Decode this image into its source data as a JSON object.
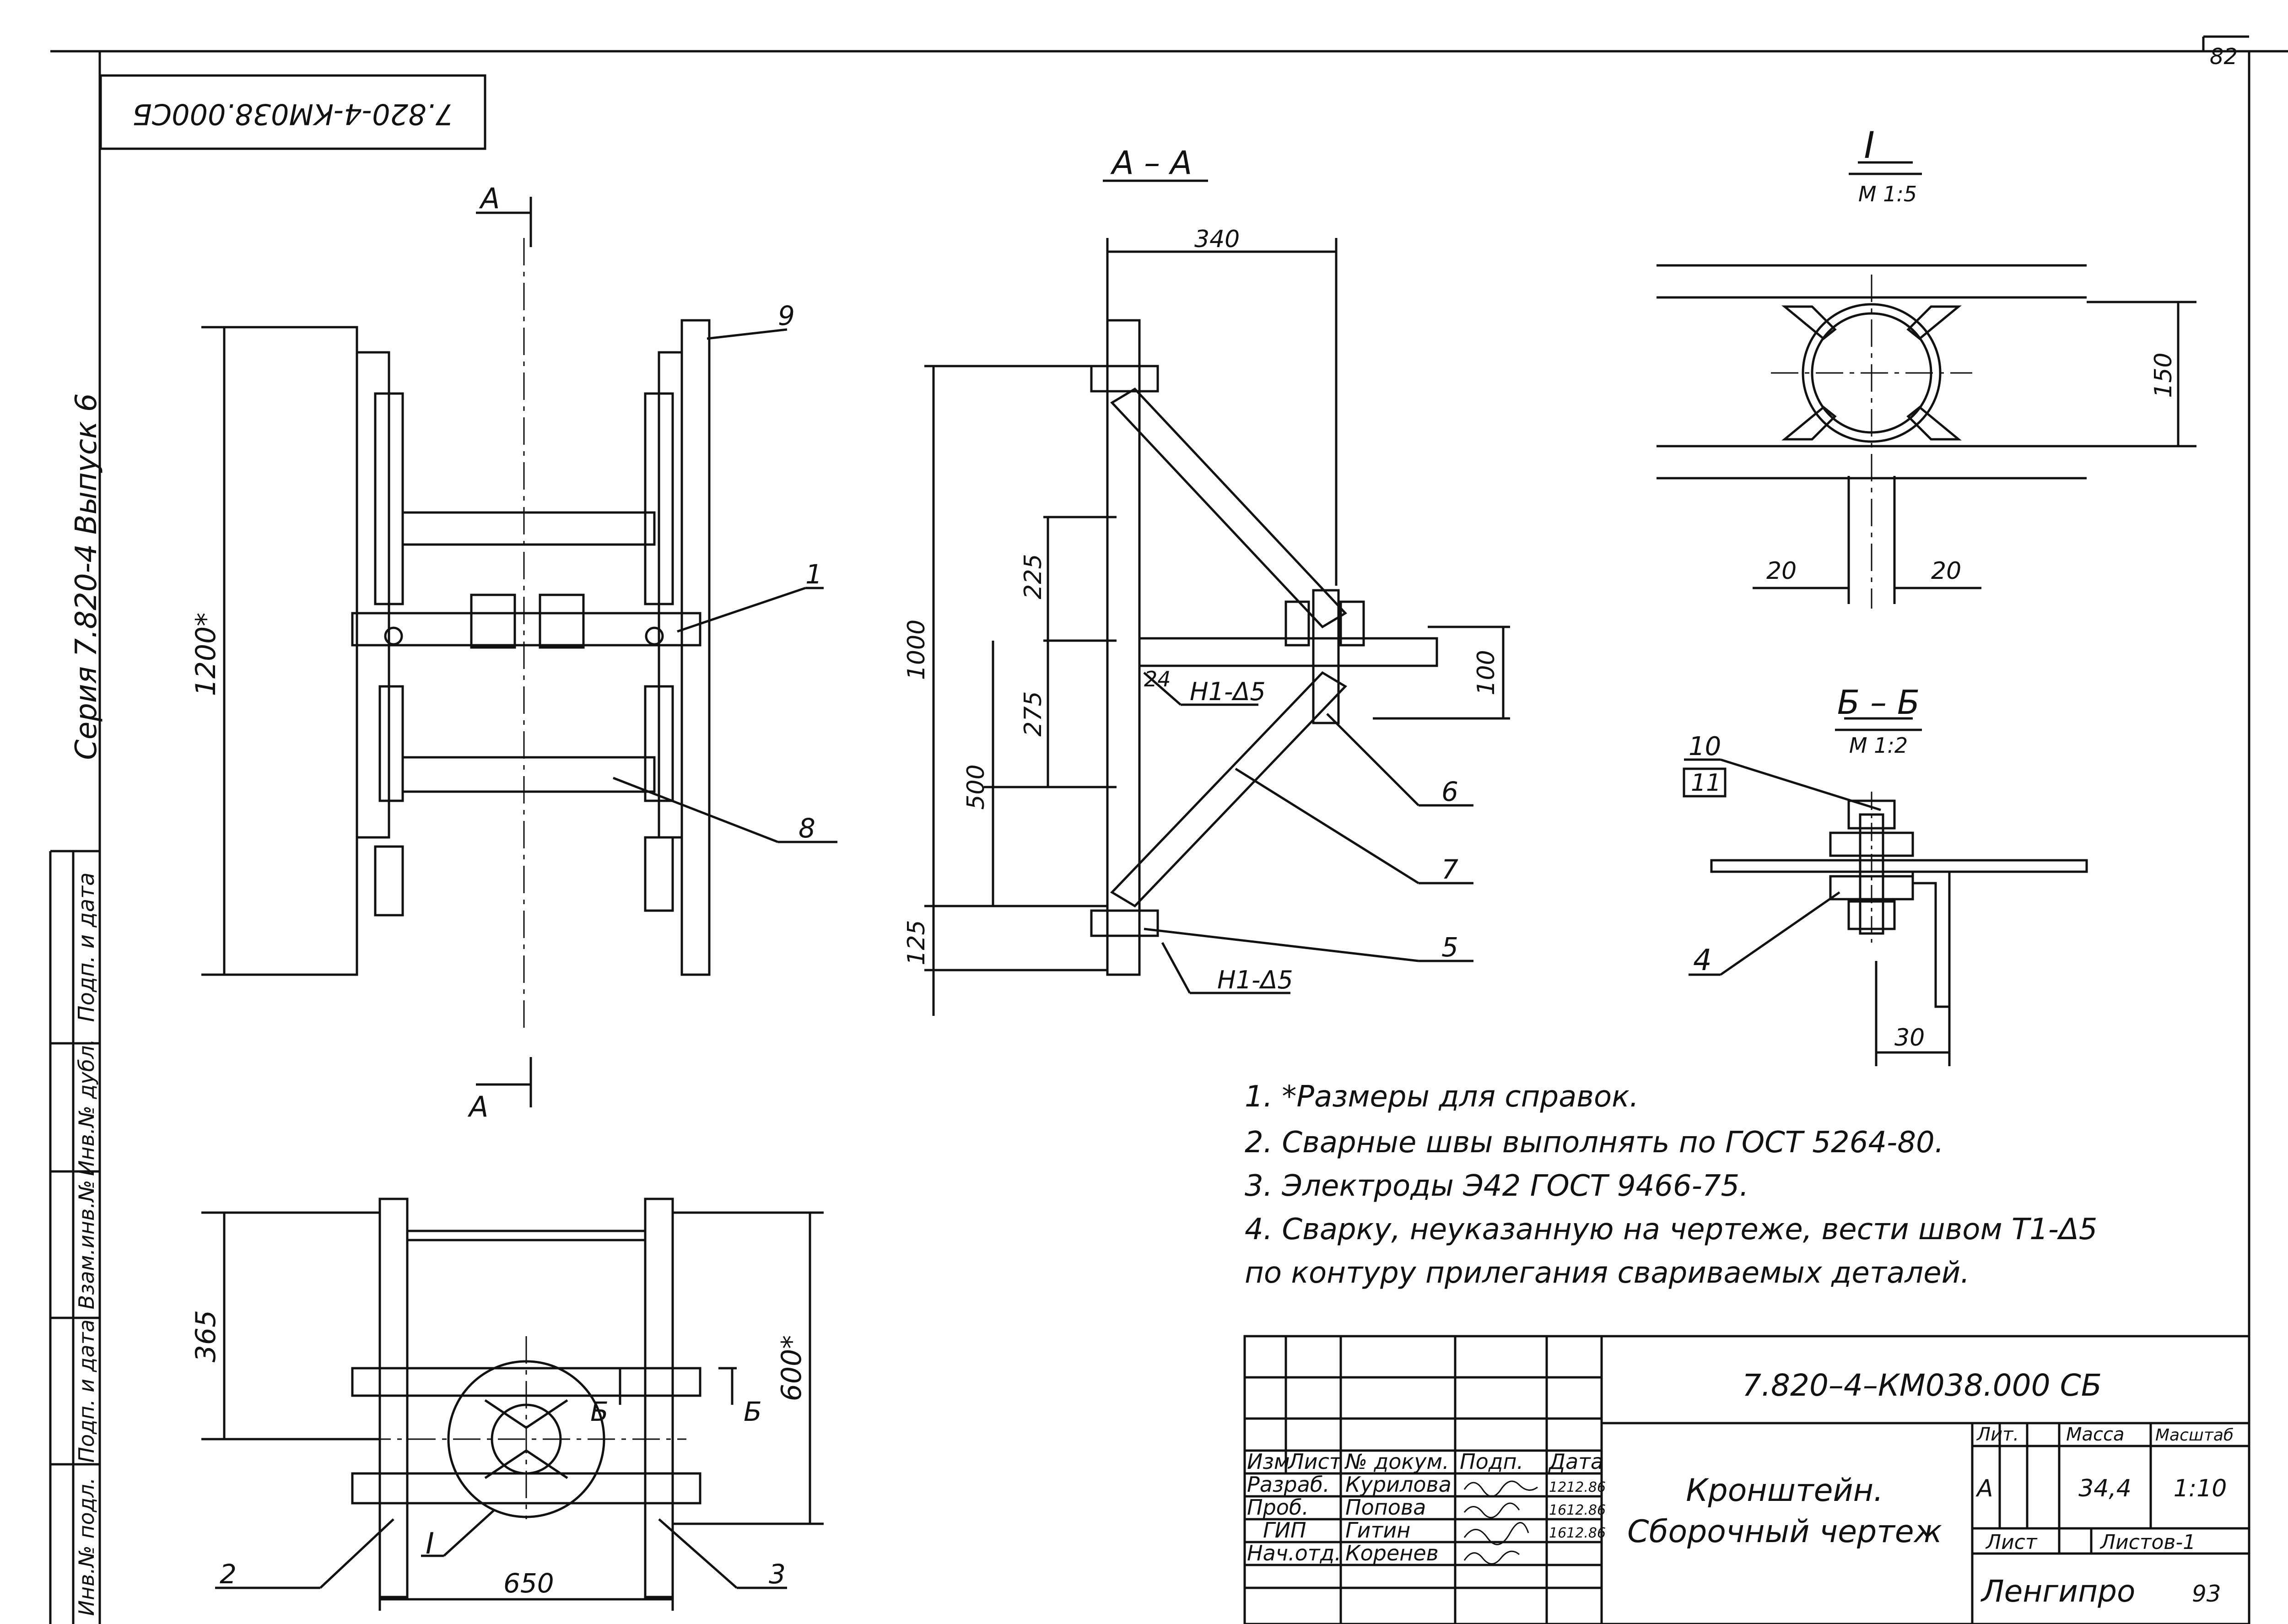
{
  "sheet": {
    "page_number": "82",
    "doc_code_rotated": "7.820-4-КМ038.000СБ",
    "series_text": "Серия  7.820-4  Выпуск 6"
  },
  "side_stamp": [
    "Подп. и дата",
    "Инв.№ дубл.",
    "Взам.инв.№",
    "Подп. и дата",
    "Инв.№ подл."
  ],
  "views": {
    "section_aa_title": "А – А",
    "section_label_a_top": "А",
    "section_label_a_bottom": "А",
    "detail_one_title": "I",
    "detail_one_scale": "М 1:5",
    "section_bb_title": "Б – Б",
    "section_bb_scale": "М 1:2",
    "cut_b_left": "Б",
    "cut_b_right": "Б",
    "detail_callout": "I"
  },
  "dimensions": {
    "front_height": "1200*",
    "plan_365": "365",
    "plan_600": "600*",
    "plan_650": "650",
    "aa_340": "340",
    "aa_1000": "1000",
    "aa_225": "225",
    "aa_275": "275",
    "aa_500": "500",
    "aa_125": "125",
    "aa_100": "100",
    "weld_a": "24",
    "weld_label_1": "Н1-Δ5",
    "weld_label_2": "Н1-Δ5",
    "detail_150": "150",
    "detail_20_left": "20",
    "detail_20_right": "20",
    "bb_30": "30"
  },
  "positions": {
    "p1": "1",
    "p2": "2",
    "p3": "3",
    "p4": "4",
    "p5": "5",
    "p6": "6",
    "p7": "7",
    "p8": "8",
    "p9": "9",
    "p10": "10",
    "p11": "11"
  },
  "notes": [
    "1. *Размеры для справок.",
    "2. Сварные швы выполнять по ГОСТ 5264-80.",
    "3. Электроды Э42  ГОСТ 9466-75.",
    "4. Сварку, неуказанную на чертеже, вести швом Т1-Δ5",
    "    по контуру прилегания свариваемых деталей."
  ],
  "title_block": {
    "designation": "7.820–4–КМ038.000 СБ",
    "title_line1": "Кронштейн.",
    "title_line2": "Сборочный чертеж",
    "col_headers": [
      "Изм",
      "Лист",
      "№ докум.",
      "Подп.",
      "Дата"
    ],
    "rows": [
      {
        "role": "Разраб.",
        "name": "Курилова",
        "date": "1212.86"
      },
      {
        "role": "Проб.",
        "name": "Попова",
        "date": "1612.86"
      },
      {
        "role": "ГИП",
        "name": "Гитин",
        "date": "1612.86"
      },
      {
        "role": "Нач.отд.",
        "name": "Коренев",
        "date": ""
      }
    ],
    "lit_header": "Лит.",
    "mass_header": "Масса",
    "scale_header": "Масштаб",
    "lit_value": "А",
    "mass_value": "34,4",
    "scale_value": "1:10",
    "sheet_label": "Лист",
    "sheets_label": "Листов-1",
    "org": "Ленгипро",
    "org_suffix": "93"
  }
}
